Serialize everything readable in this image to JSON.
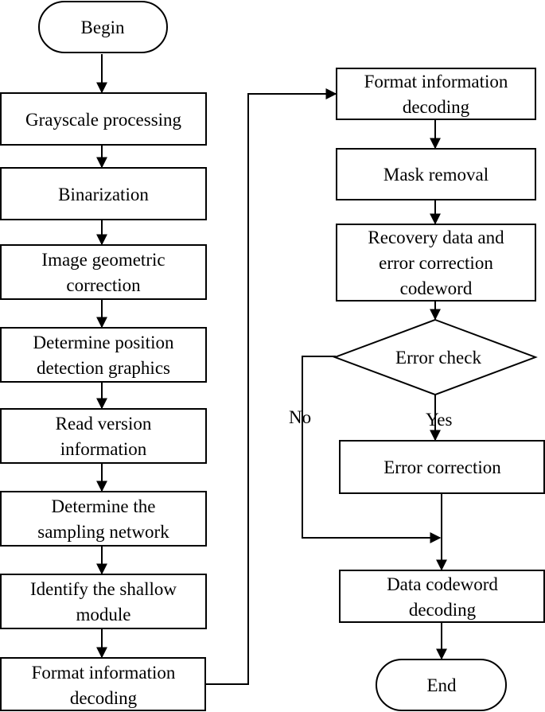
{
  "colors": {
    "stroke": "#000000",
    "fill": "#ffffff",
    "text": "#000000"
  },
  "nodes": {
    "begin": {
      "lines": [
        "Begin"
      ]
    },
    "grayscale": {
      "lines": [
        "Grayscale processing"
      ]
    },
    "binarization": {
      "lines": [
        "Binarization"
      ]
    },
    "geometric": {
      "lines": [
        "Image geometric",
        "correction"
      ]
    },
    "position": {
      "lines": [
        "Determine position",
        "detection graphics"
      ]
    },
    "version": {
      "lines": [
        "Read version",
        "information"
      ]
    },
    "sampling": {
      "lines": [
        "Determine the",
        "sampling network"
      ]
    },
    "shallow": {
      "lines": [
        "Identify the shallow",
        "module"
      ]
    },
    "format_left": {
      "lines": [
        "Format information",
        "decoding"
      ]
    },
    "format_right": {
      "lines": [
        "Format information",
        "decoding"
      ]
    },
    "mask": {
      "lines": [
        "Mask removal"
      ]
    },
    "recovery": {
      "lines": [
        "Recovery data and",
        "error correction",
        "codeword"
      ]
    },
    "check": {
      "lines": [
        "Error check"
      ]
    },
    "correction": {
      "lines": [
        "Error correction"
      ]
    },
    "data_decoding": {
      "lines": [
        "Data codeword",
        "decoding"
      ]
    },
    "end": {
      "lines": [
        "End"
      ]
    }
  },
  "edge_labels": {
    "no": "No",
    "yes": "Yes"
  }
}
